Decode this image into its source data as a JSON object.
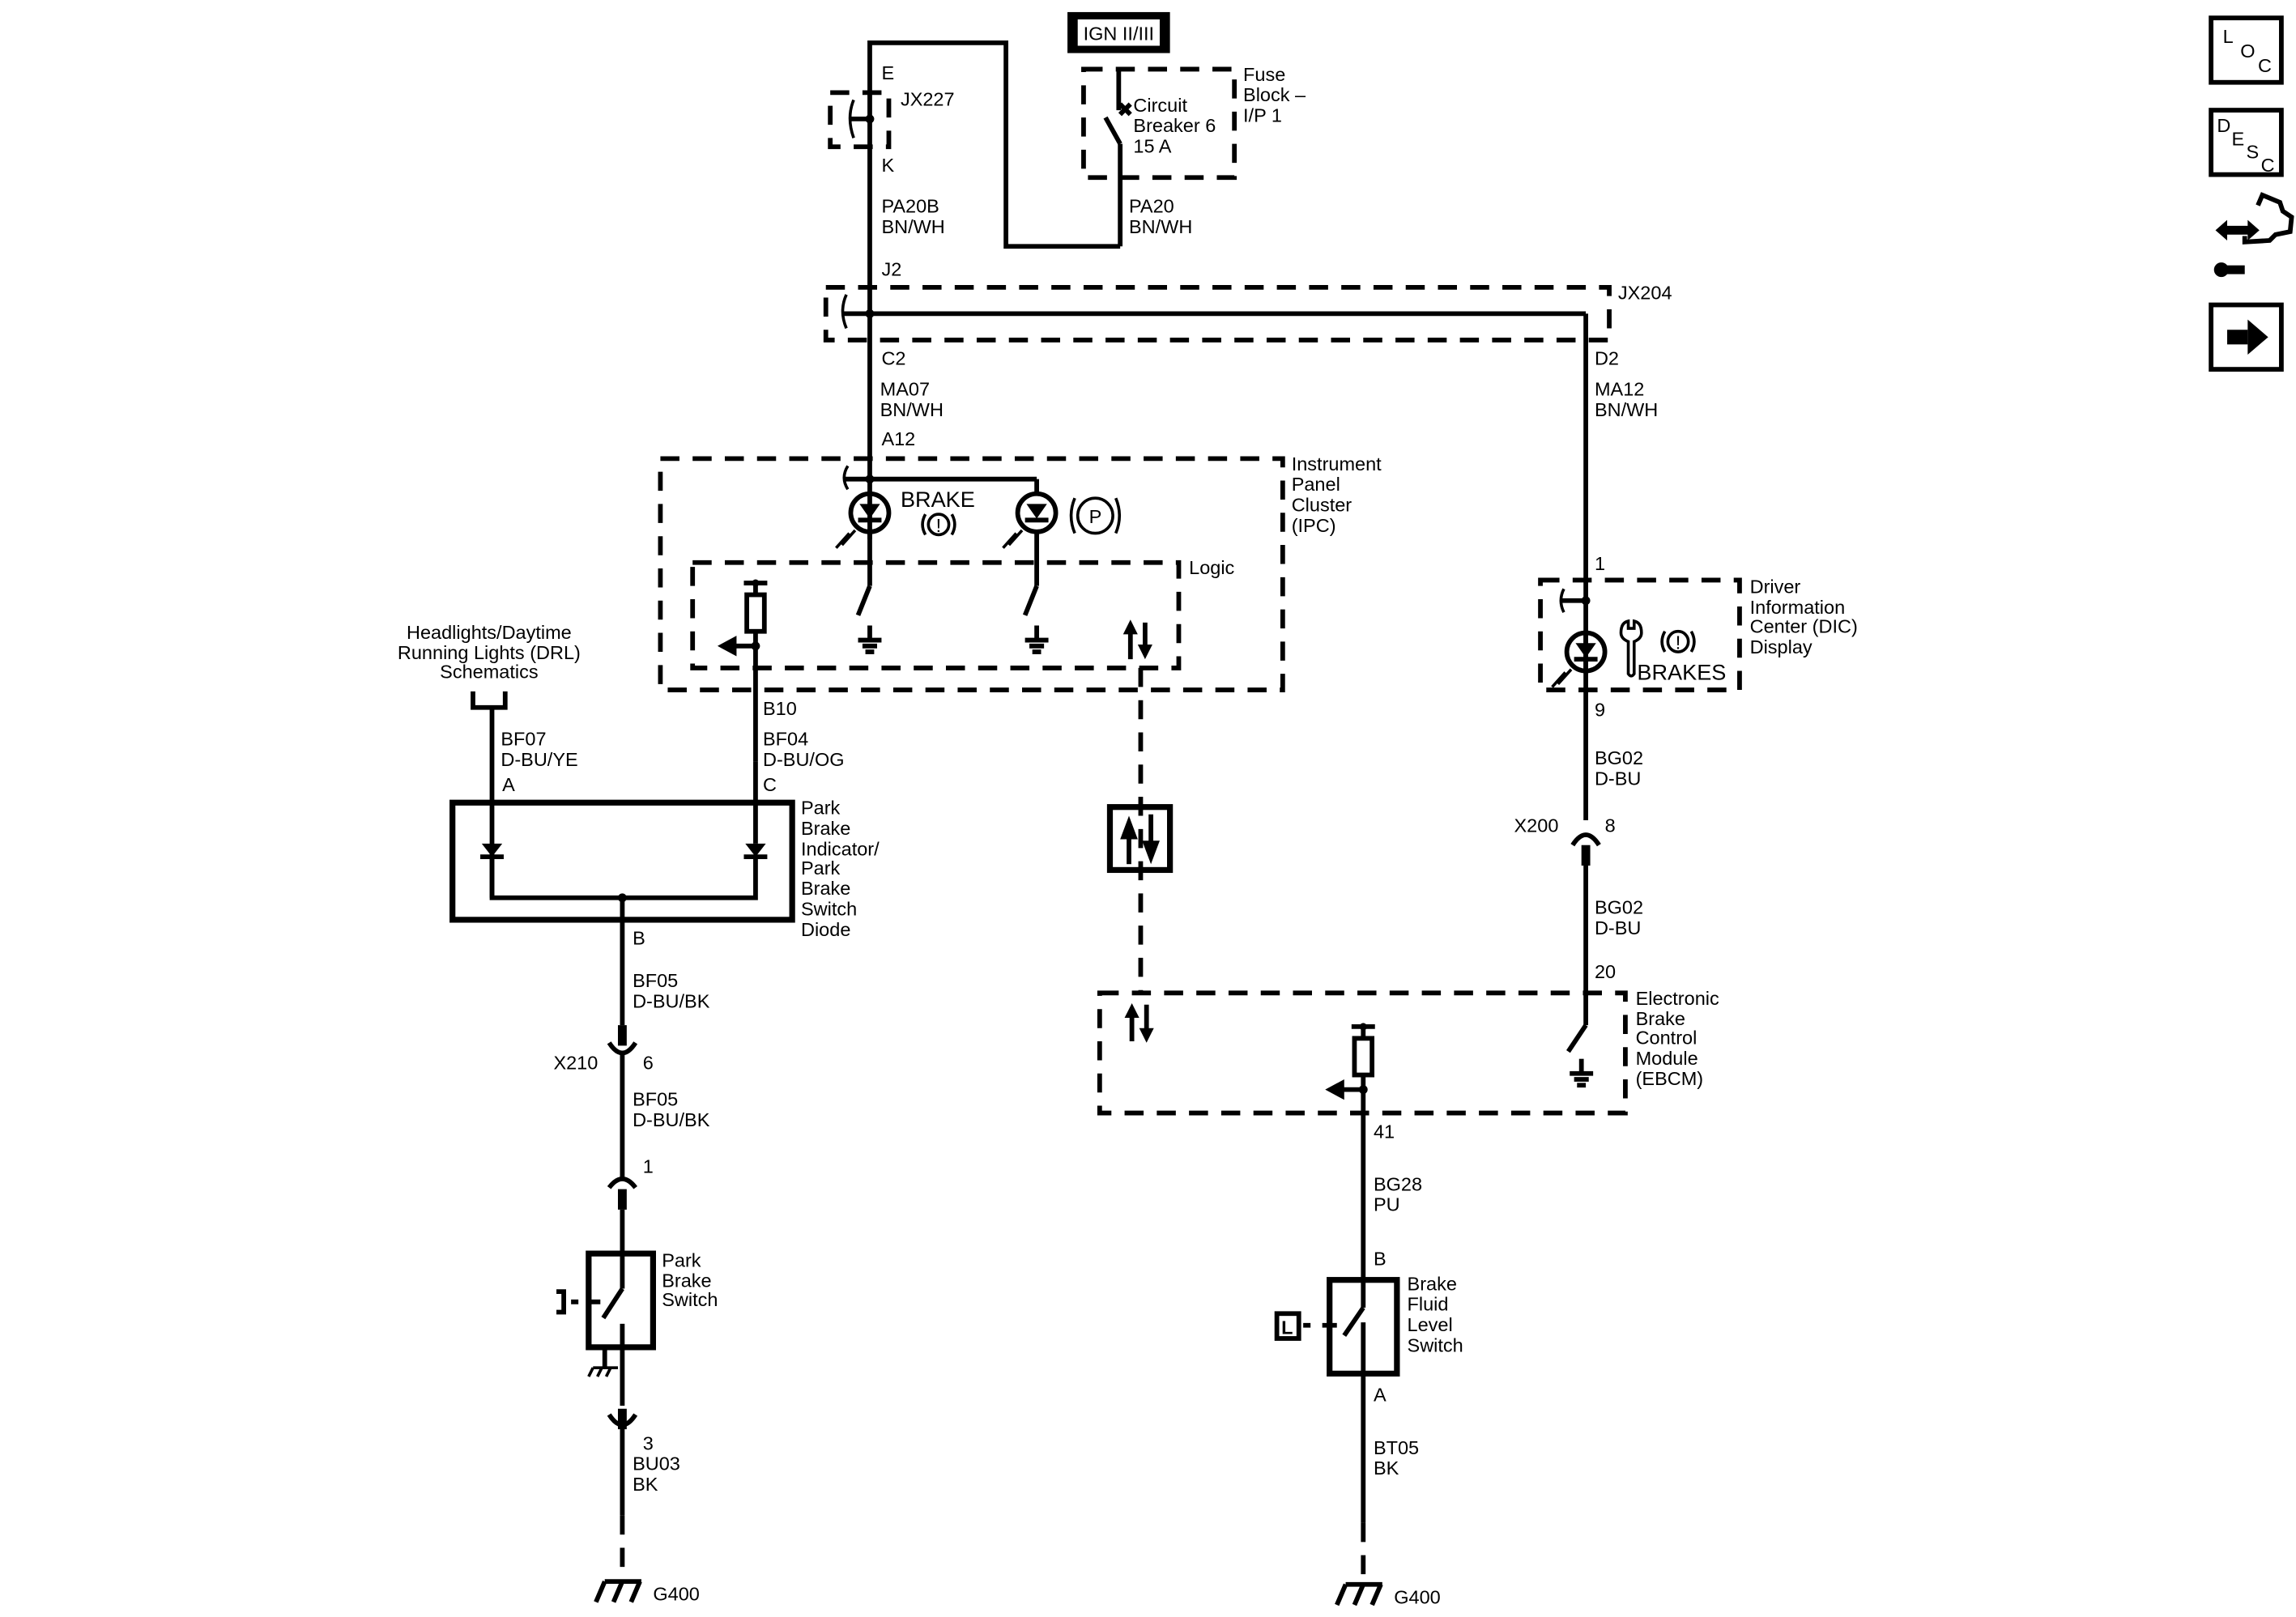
{
  "diagram": {
    "title": "Brake Warning Indicator Schematic",
    "power": {
      "label": "IGN II/III"
    },
    "fuse_block": {
      "name_lines": [
        "Fuse",
        "Block –",
        "I/P 1"
      ],
      "breaker_lines": [
        "Circuit",
        "Breaker 6",
        "15 A"
      ],
      "wire": {
        "circuit": "PA20",
        "color": "BN/WH"
      }
    },
    "jx227": {
      "name": "JX227",
      "pin_top": "E",
      "pin_bottom": "K",
      "wire": {
        "circuit": "PA20B",
        "color": "BN/WH"
      }
    },
    "jx204": {
      "name": "JX204",
      "pin_in": "J2",
      "pin_left": "C2",
      "pin_right": "D2"
    },
    "wire_ma07": {
      "circuit": "MA07",
      "color": "BN/WH"
    },
    "wire_ma12": {
      "circuit": "MA12",
      "color": "BN/WH"
    },
    "ipc": {
      "name_lines": [
        "Instrument",
        "Panel",
        "Cluster",
        "(IPC)"
      ],
      "pin_in": "A12",
      "pin_out": "B10",
      "brake_lamp_label": "BRAKE",
      "brake_symbol": "(!)",
      "park_symbol": "P",
      "logic_label": "Logic"
    },
    "drl_ref": {
      "lines": [
        "Headlights/Daytime",
        "Running Lights (DRL)",
        "Schematics"
      ]
    },
    "wire_bf07": {
      "circuit": "BF07",
      "color": "D-BU/YE"
    },
    "wire_bf04": {
      "circuit": "BF04",
      "color": "D-BU/OG"
    },
    "diode": {
      "name_lines": [
        "Park",
        "Brake",
        "Indicator/",
        "Park",
        "Brake",
        "Switch",
        "Diode"
      ],
      "pin_a": "A",
      "pin_c": "C",
      "pin_b": "B"
    },
    "wire_bf05a": {
      "circuit": "BF05",
      "color": "D-BU/BK"
    },
    "x210": {
      "name": "X210",
      "pin": "6"
    },
    "wire_bf05b": {
      "circuit": "BF05",
      "color": "D-BU/BK"
    },
    "park_switch": {
      "name_lines": [
        "Park",
        "Brake",
        "Switch"
      ],
      "pin_top": "1",
      "pin_bottom": "3"
    },
    "wire_bu03": {
      "circuit": "BU03",
      "color": "BK"
    },
    "ground_left": {
      "name": "G400"
    },
    "dic": {
      "name_lines": [
        "Driver",
        "Information",
        "Center (DIC)",
        "Display"
      ],
      "pin_in": "1",
      "pin_out": "9",
      "label": "BRAKES",
      "symbol": "(!)"
    },
    "wire_bg02a": {
      "circuit": "BG02",
      "color": "D-BU"
    },
    "x200": {
      "name": "X200",
      "pin": "8"
    },
    "wire_bg02b": {
      "circuit": "BG02",
      "color": "D-BU"
    },
    "ebcm": {
      "name_lines": [
        "Electronic",
        "Brake",
        "Control",
        "Module",
        "(EBCM)"
      ],
      "pin_in": "20",
      "pin_out": "41"
    },
    "wire_bg28": {
      "circuit": "BG28",
      "color": "PU"
    },
    "fluid_switch": {
      "name_lines": [
        "Brake",
        "Fluid",
        "Level",
        "Switch"
      ],
      "pin_b": "B",
      "pin_a": "A",
      "sensor_letter": "L"
    },
    "wire_bt05": {
      "circuit": "BT05",
      "color": "BK"
    },
    "ground_right": {
      "name": "G400"
    }
  },
  "nav": {
    "loc": {
      "letters": [
        "L",
        "O",
        "C"
      ]
    },
    "desc": {
      "letters": [
        "D",
        "E",
        "S",
        "C"
      ]
    },
    "connector_view": {
      "icon": "connector-repair-icon"
    },
    "next": {
      "icon": "arrow-right-icon"
    }
  }
}
